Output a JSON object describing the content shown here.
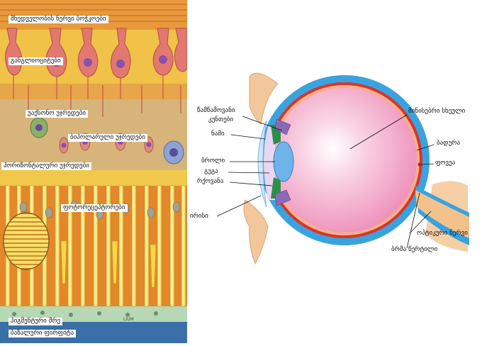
{
  "retina_panel": {
    "labels": {
      "nerve_fibers": "მხედველობის ნერვი ბოჭკოები",
      "ganglion_cells": "განგლიოციტები",
      "amacrine_cells": "უაქსონო უჯრედები",
      "bipolar_cells": "ბიპოლარული უჯრედები",
      "horizontal_cells": "ჰორიზონტალური უჯრედები",
      "photoreceptors": "ფოტორეცეპტორები",
      "pigment_layer": "პიგმენტური შრე",
      "basal_lamina": "ბაზალური ფირფიტა"
    },
    "embedded_text": "LIUM"
  },
  "eye_panel": {
    "labels": {
      "ciliary_body_line1": "წამწამოვანი",
      "ciliary_body_line2": "კუნთები",
      "cornea": "ნამი",
      "pupil": "ბროლი",
      "lens": "გუგა",
      "iris_colored": "რქოვანა",
      "iris": "ირისი",
      "vitreous": "მინისებრი სხეული",
      "retina": "ბადურა",
      "fovea": "ფოვეა",
      "optic_nerve": "ოპტიკური ნერვი",
      "blind_spot": "ბრმა წერტილი"
    }
  },
  "colors": {
    "retina_orange": "#e2902c",
    "retina_yellow": "#f3d23a",
    "ganglion_red": "#e27a70",
    "nucleus_purple": "#8a4fb0",
    "sclera_blue": "#3aa3df",
    "vitreous_pink": "#f3a9c8",
    "skin": "#f2c79c",
    "red_layer": "#d9342c"
  }
}
